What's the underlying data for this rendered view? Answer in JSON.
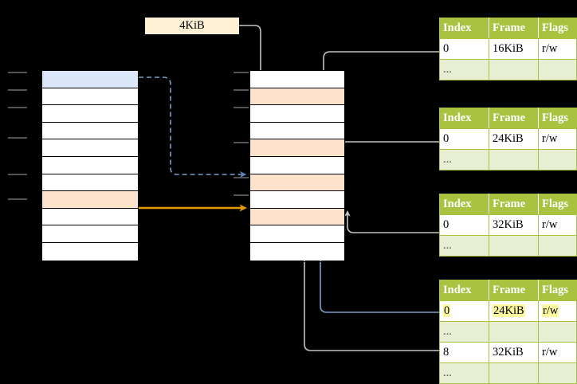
{
  "diagram": {
    "title": "page-table-translation-diagram",
    "size_label": {
      "text": "4KiB"
    },
    "colors": {
      "header_green": "#a9c23f",
      "row_alt_green": "#e8eed4",
      "highlight_peach": "#fde3cc",
      "highlight_blue": "#dbe7f8",
      "highlight_yellow": "#fbf8a0",
      "arrow_orange": "#e8a300",
      "arrow_blue": "#6a8fc0",
      "arrow_gray": "#b3b3b3",
      "background": "#000000"
    },
    "left_column": {
      "name": "virtual-address-space",
      "cell_count": 11,
      "cells": [
        {
          "index": 0,
          "fill": "blue",
          "label": ""
        },
        {
          "index": 1,
          "fill": "white",
          "label": ""
        },
        {
          "index": 2,
          "fill": "white",
          "label": ""
        },
        {
          "index": 3,
          "fill": "white",
          "label": ""
        },
        {
          "index": 4,
          "fill": "white",
          "label": ""
        },
        {
          "index": 5,
          "fill": "white",
          "label": ""
        },
        {
          "index": 6,
          "fill": "white",
          "label": ""
        },
        {
          "index": 7,
          "fill": "peach",
          "label": ""
        },
        {
          "index": 8,
          "fill": "white",
          "label": ""
        },
        {
          "index": 9,
          "fill": "white",
          "label": ""
        },
        {
          "index": 10,
          "fill": "white",
          "label": ""
        }
      ]
    },
    "middle_column": {
      "name": "physical-memory-frames",
      "cell_count": 11,
      "cells": [
        {
          "index": 0,
          "fill": "white",
          "label": ""
        },
        {
          "index": 1,
          "fill": "peach",
          "label": ""
        },
        {
          "index": 2,
          "fill": "white",
          "label": ""
        },
        {
          "index": 3,
          "fill": "white",
          "label": ""
        },
        {
          "index": 4,
          "fill": "peach",
          "label": ""
        },
        {
          "index": 5,
          "fill": "white",
          "label": ""
        },
        {
          "index": 6,
          "fill": "peach",
          "label": ""
        },
        {
          "index": 7,
          "fill": "white",
          "label": ""
        },
        {
          "index": 8,
          "fill": "peach",
          "label": ""
        },
        {
          "index": 9,
          "fill": "white",
          "label": ""
        },
        {
          "index": 10,
          "fill": "white",
          "label": ""
        }
      ]
    },
    "tables": [
      {
        "name": "page-table-1",
        "headers": [
          "Index",
          "Frame",
          "Flags"
        ],
        "rows": [
          {
            "kind": "data",
            "cells": [
              "0",
              "16KiB",
              "r/w"
            ],
            "highlight": [
              false,
              false,
              false
            ]
          },
          {
            "kind": "ellipsis",
            "cells": [
              "...",
              "",
              ""
            ],
            "highlight": [
              false,
              false,
              false
            ]
          }
        ]
      },
      {
        "name": "page-table-2",
        "headers": [
          "Index",
          "Frame",
          "Flags"
        ],
        "rows": [
          {
            "kind": "data",
            "cells": [
              "0",
              "24KiB",
              "r/w"
            ],
            "highlight": [
              false,
              false,
              false
            ]
          },
          {
            "kind": "ellipsis",
            "cells": [
              "...",
              "",
              ""
            ],
            "highlight": [
              false,
              false,
              false
            ]
          }
        ]
      },
      {
        "name": "page-table-3",
        "headers": [
          "Index",
          "Frame",
          "Flags"
        ],
        "rows": [
          {
            "kind": "data",
            "cells": [
              "0",
              "32KiB",
              "r/w"
            ],
            "highlight": [
              false,
              false,
              false
            ]
          },
          {
            "kind": "ellipsis",
            "cells": [
              "...",
              "",
              ""
            ],
            "highlight": [
              false,
              false,
              false
            ]
          }
        ]
      },
      {
        "name": "page-table-4",
        "headers": [
          "Index",
          "Frame",
          "Flags"
        ],
        "rows": [
          {
            "kind": "data",
            "cells": [
              "0",
              "24KiB",
              "r/w"
            ],
            "highlight": [
              true,
              true,
              true
            ]
          },
          {
            "kind": "ellipsis",
            "cells": [
              "...",
              "",
              ""
            ],
            "highlight": [
              false,
              false,
              false
            ]
          },
          {
            "kind": "data",
            "cells": [
              "8",
              "32KiB",
              "r/w"
            ],
            "highlight": [
              false,
              false,
              false
            ]
          },
          {
            "kind": "ellipsis",
            "cells": [
              "...",
              "",
              ""
            ],
            "highlight": [
              false,
              false,
              false
            ]
          }
        ]
      }
    ]
  }
}
